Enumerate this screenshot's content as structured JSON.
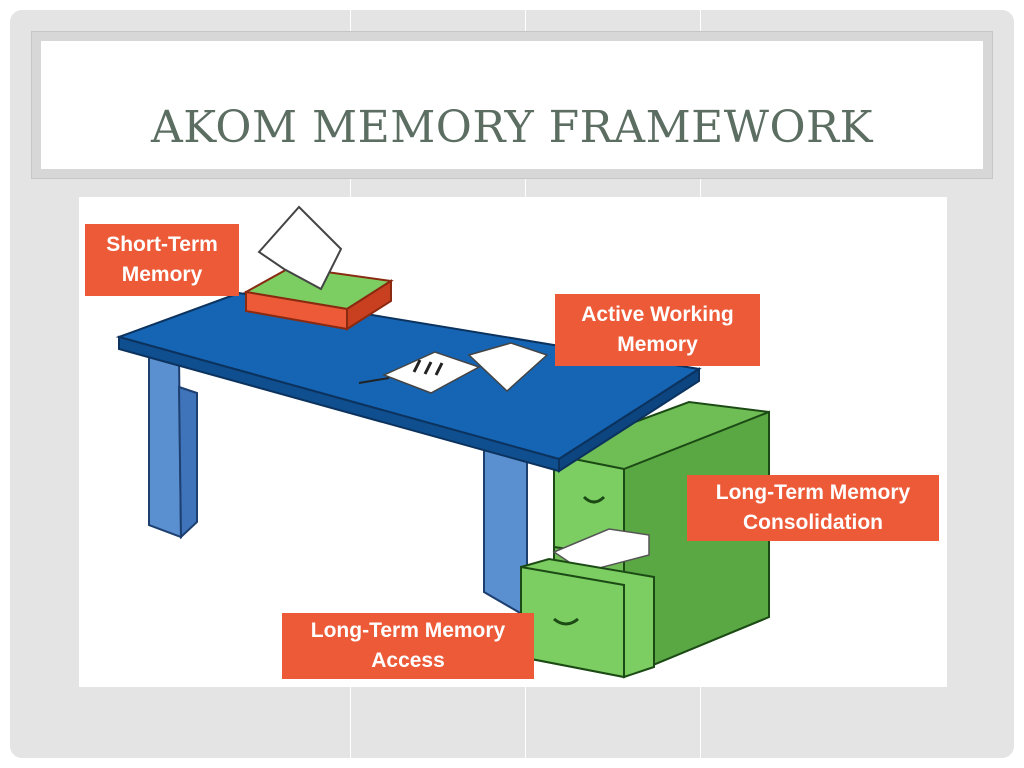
{
  "slide": {
    "title": "AKOM MEMORY FRAMEWORK"
  },
  "diagram": {
    "labels": {
      "short_term": "Short-Term\nMemory",
      "active_working": "Active Working\nMemory",
      "consolidation": "Long-Term Memory\nConsolidation",
      "access": "Long-Term Memory\nAccess"
    },
    "colors": {
      "label_bg": "#ec5a38",
      "desk_top": "#1565b4",
      "desk_legs": "#5a8fd0",
      "cabinet": "#6fbe55",
      "tray": "#ec5a38"
    }
  }
}
